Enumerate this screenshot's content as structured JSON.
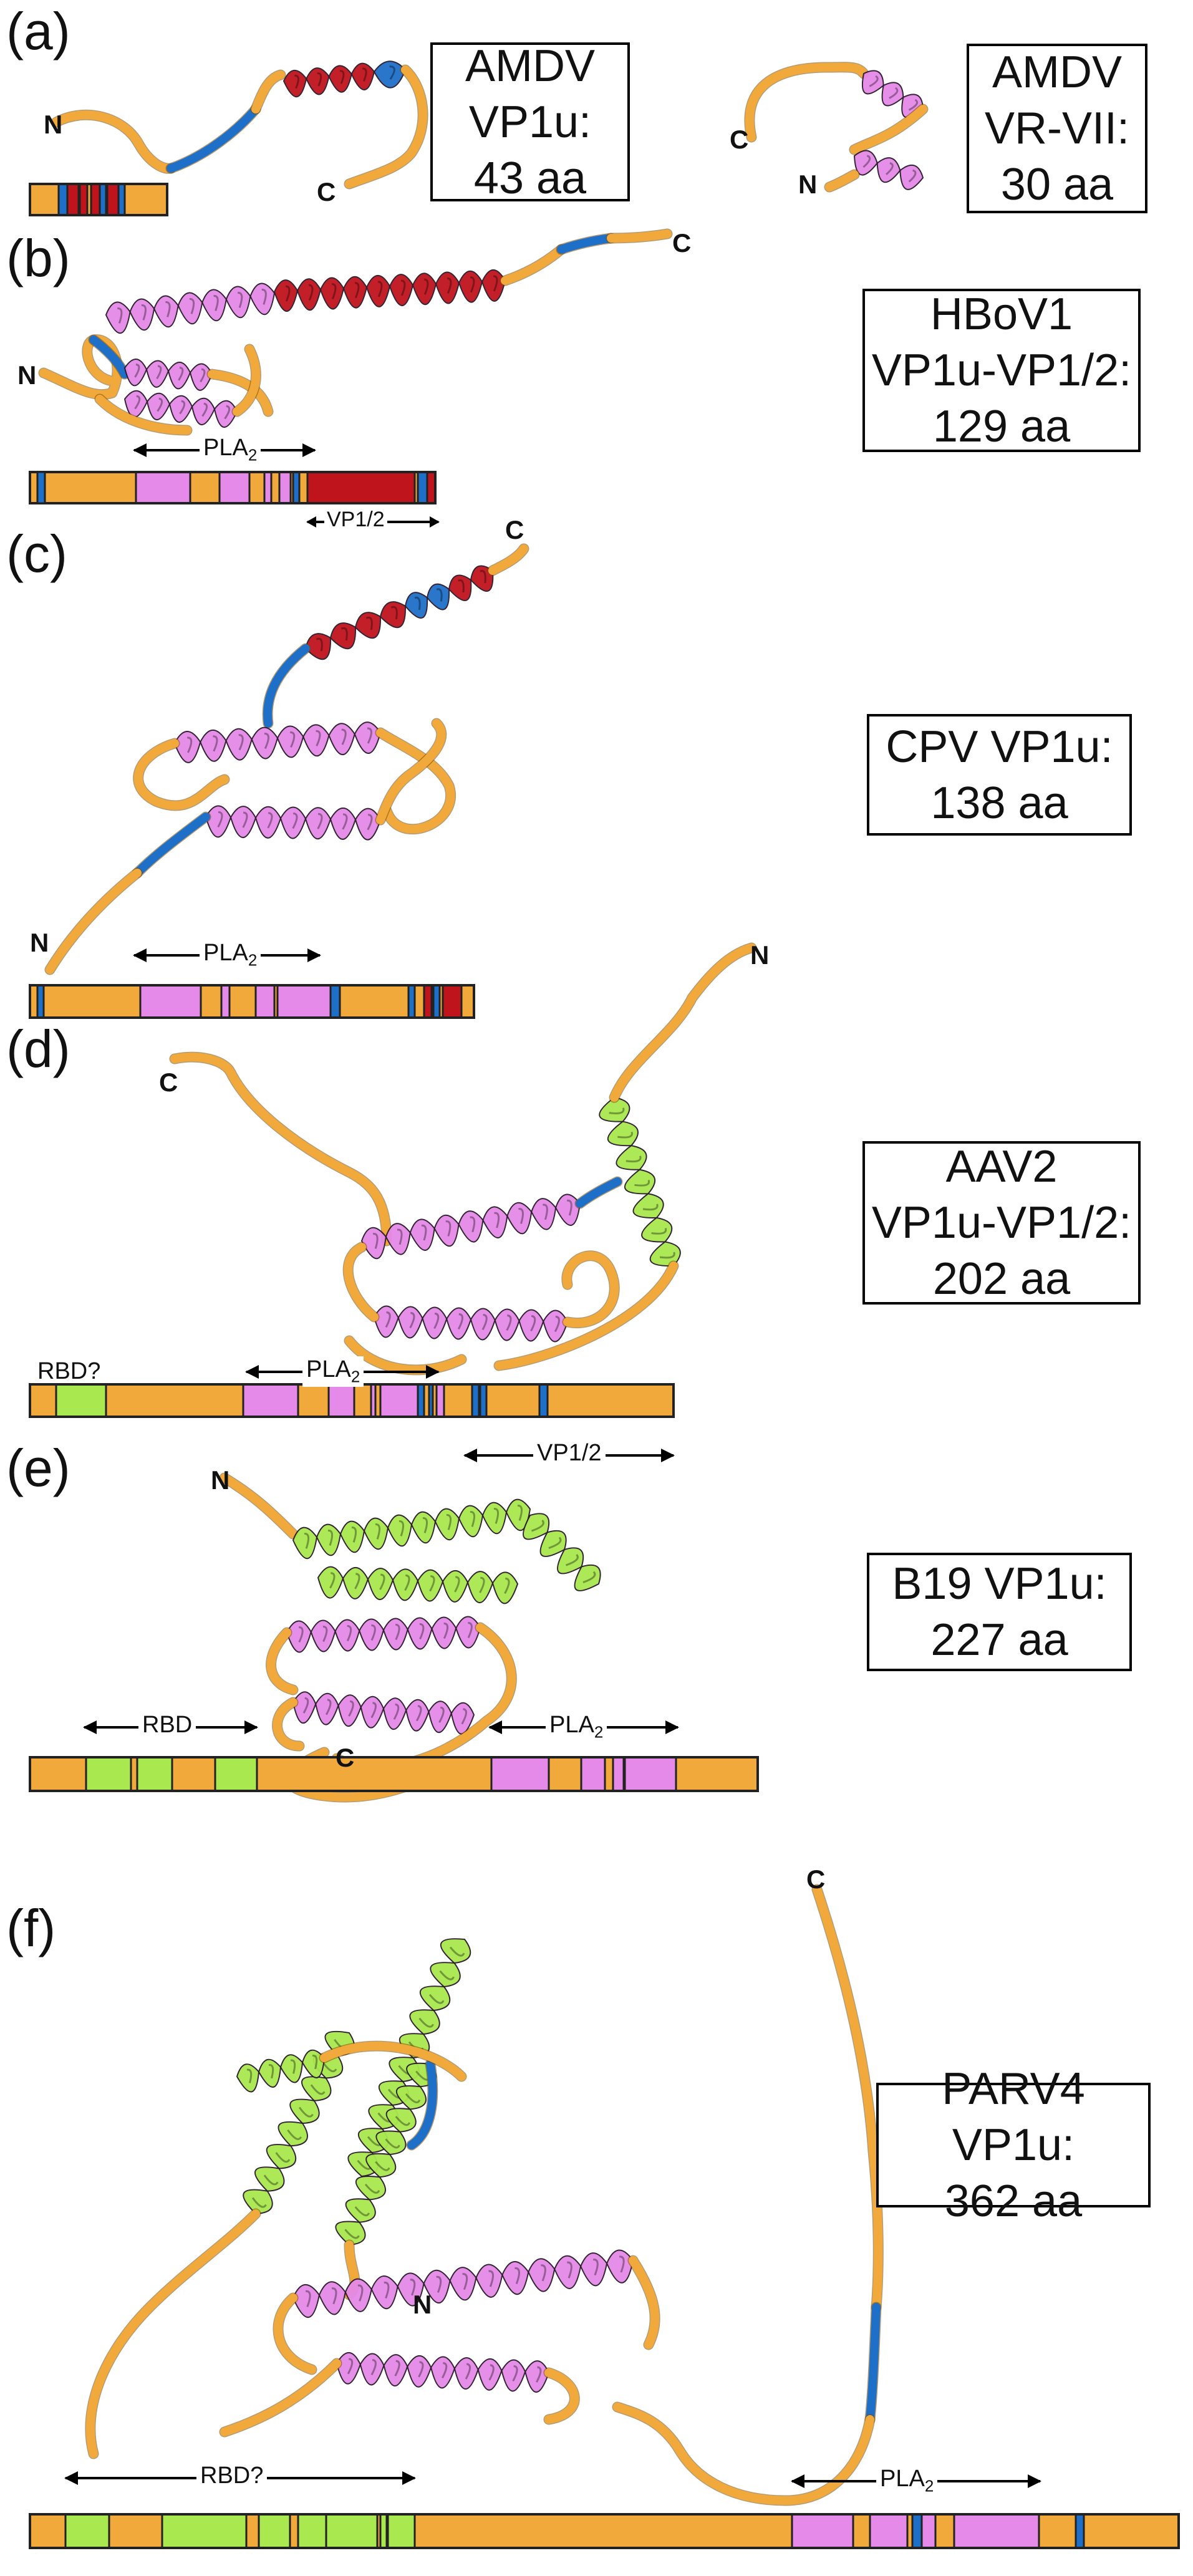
{
  "colors": {
    "loop": "#F2A93B",
    "pla2": "#E58AE8",
    "rbd": "#A9E84F",
    "vp12": "#C0141D",
    "blue": "#1E6FC8",
    "outline": "#222222"
  },
  "panels": [
    {
      "id": "a",
      "label": "(a)",
      "box": [
        "AMDV",
        "VP1u:",
        "43 aa"
      ],
      "box2": [
        "AMDV",
        "VR-VII:",
        "30 aa"
      ]
    },
    {
      "id": "b",
      "label": "(b)",
      "box": [
        "HBoV1",
        "VP1u-VP1/2:",
        "129 aa"
      ],
      "annot": {
        "pla2": "PLA",
        "pla2_sub": "2",
        "vp12": "VP1/2"
      }
    },
    {
      "id": "c",
      "label": "(c)",
      "box": [
        "CPV VP1u:",
        "138 aa"
      ],
      "annot": {
        "pla2": "PLA",
        "pla2_sub": "2"
      }
    },
    {
      "id": "d",
      "label": "(d)",
      "box": [
        "AAV2",
        "VP1u-VP1/2:",
        "202 aa"
      ],
      "annot": {
        "rbd": "RBD?",
        "pla2": "PLA",
        "pla2_sub": "2",
        "vp12": "VP1/2"
      }
    },
    {
      "id": "e",
      "label": "(e)",
      "box": [
        "B19 VP1u:",
        "227 aa"
      ],
      "annot": {
        "rbd": "RBD",
        "pla2": "PLA",
        "pla2_sub": "2"
      }
    },
    {
      "id": "f",
      "label": "(f)",
      "box": [
        "PARV4 VP1u:",
        "362 aa"
      ],
      "annot": {
        "rbd": "RBD?",
        "pla2": "PLA",
        "pla2_sub": "2"
      }
    }
  ],
  "termini": {
    "n": "N",
    "c": "C"
  }
}
